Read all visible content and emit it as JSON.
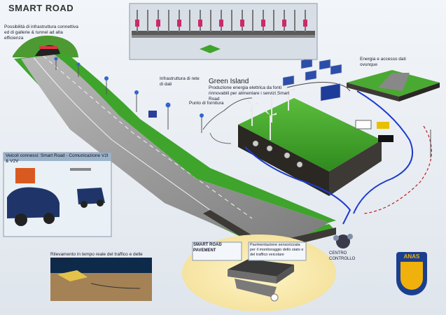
{
  "title": "SMART ROAD",
  "labels": {
    "tunnel_note": "Possibilità di infrastruttura connettiva ed di gallerie & tunnel ad alta efficienza",
    "top_note": "Infrastruttura di rete di dati",
    "green_island": "Green Island",
    "green_island_sub": "Produzione energia elettrica da fonti rinnovabili per alimentare i servizi Smart Road",
    "pole_label": "Punto di fornitura",
    "energy_label": "Energia e accesso dati ovunque",
    "left_panel_title": "Veicoli connessi: Smart Road - Comunicazione V2I & V2V",
    "bottom_left_title": "Rilevamento in tempo reale del traffico e delle condizioni",
    "pavement_title": "SMART ROAD PAVEMENT",
    "pavement_body": "Pavimentazione sensorizzata per il monitoraggio dello stato e del traffico veicolare",
    "dispatch_label": "CENTRO CONTROLLO"
  },
  "logo": {
    "text": "ANAS",
    "color": "#f1b10c",
    "bg": "#1b3f8f"
  },
  "colors": {
    "road": "#8a8a8a",
    "grass": "#3fa42c",
    "earth": "#3d3a36",
    "cable_blue": "#1d3bcf",
    "cable_red": "#c02020"
  }
}
